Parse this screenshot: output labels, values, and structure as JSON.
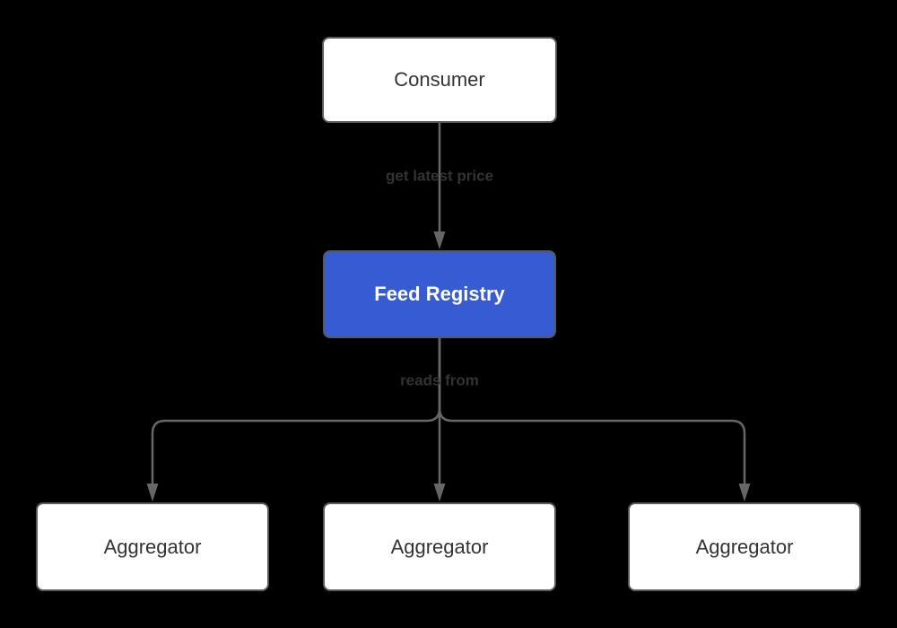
{
  "diagram": {
    "type": "flowchart",
    "direction": "top-down",
    "nodes": [
      {
        "id": "consumer",
        "label": "Consumer",
        "style": "default"
      },
      {
        "id": "feed-registry",
        "label": "Feed Registry",
        "style": "primary"
      },
      {
        "id": "aggregator-1",
        "label": "Aggregator",
        "style": "default"
      },
      {
        "id": "aggregator-2",
        "label": "Aggregator",
        "style": "default"
      },
      {
        "id": "aggregator-3",
        "label": "Aggregator",
        "style": "default"
      }
    ],
    "edges": [
      {
        "from": "consumer",
        "to": "feed-registry",
        "label": "get latest price"
      },
      {
        "from": "feed-registry",
        "to": "aggregator-1",
        "label": ""
      },
      {
        "from": "feed-registry",
        "to": "aggregator-2",
        "label": "reads from"
      },
      {
        "from": "feed-registry",
        "to": "aggregator-3",
        "label": ""
      }
    ],
    "colors": {
      "background": "#000000",
      "node_fill": "#ffffff",
      "node_border": "#58595b",
      "node_text": "#333333",
      "primary_fill": "#375bd2",
      "primary_text": "#ffffff",
      "edge_line": "#666666",
      "edge_label": "#333333"
    }
  }
}
